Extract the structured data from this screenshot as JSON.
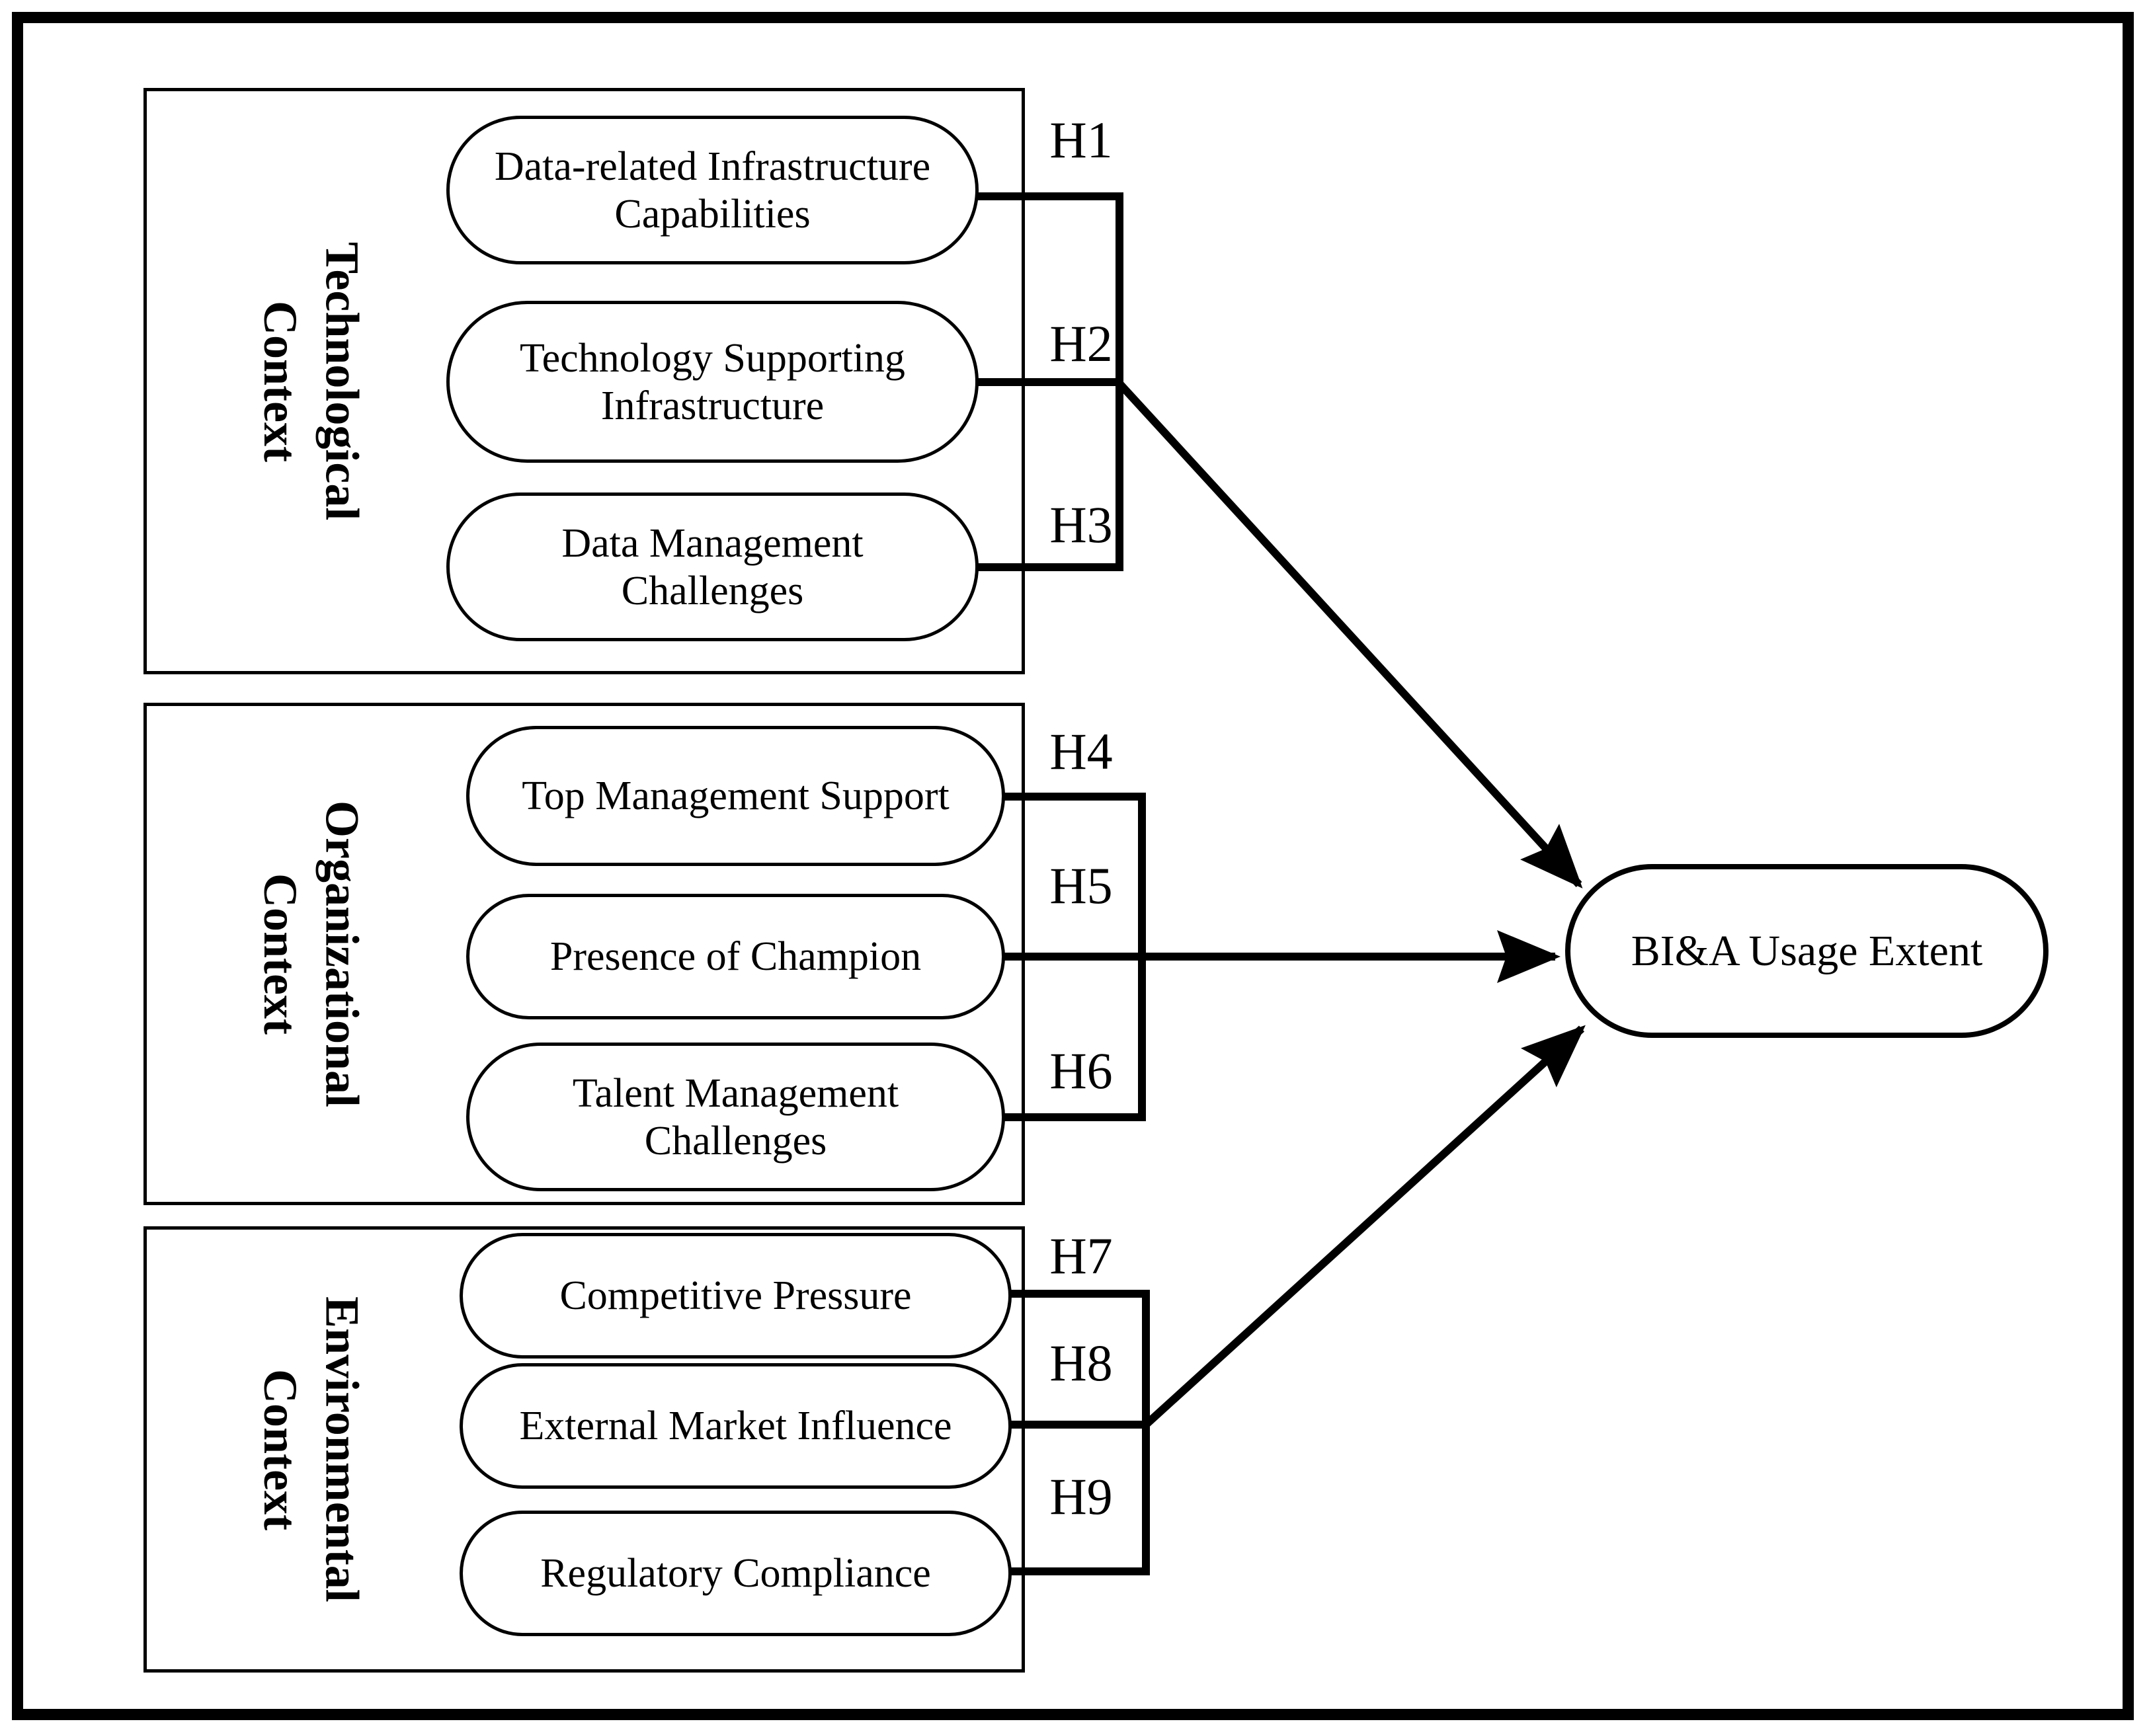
{
  "colors": {
    "ink": "#000000",
    "background": "#ffffff"
  },
  "groups": [
    {
      "name": "Technological Context",
      "label_lines": [
        "Technological",
        "Context"
      ],
      "nodes": [
        {
          "hypothesis": "H1",
          "label_lines": [
            "Data-related Infrastructure",
            "Capabilities"
          ]
        },
        {
          "hypothesis": "H2",
          "label_lines": [
            "Technology Supporting",
            "Infrastructure"
          ]
        },
        {
          "hypothesis": "H3",
          "label_lines": [
            "Data Management",
            "Challenges"
          ]
        }
      ]
    },
    {
      "name": "Organizational Context",
      "label_lines": [
        "Organizational",
        "Context"
      ],
      "nodes": [
        {
          "hypothesis": "H4",
          "label_lines": [
            "Top Management Support"
          ]
        },
        {
          "hypothesis": "H5",
          "label_lines": [
            "Presence of Champion"
          ]
        },
        {
          "hypothesis": "H6",
          "label_lines": [
            "Talent Management",
            "Challenges"
          ]
        }
      ]
    },
    {
      "name": "Environmental Context",
      "label_lines": [
        "Environmental",
        "Context"
      ],
      "nodes": [
        {
          "hypothesis": "H7",
          "label_lines": [
            "Competitive Pressure"
          ]
        },
        {
          "hypothesis": "H8",
          "label_lines": [
            "External Market Influence"
          ]
        },
        {
          "hypothesis": "H9",
          "label_lines": [
            "Regulatory Compliance"
          ]
        }
      ]
    }
  ],
  "outcome": {
    "label": "BI&A Usage Extent"
  }
}
